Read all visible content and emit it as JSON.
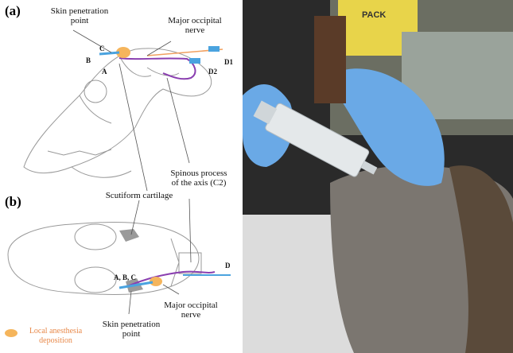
{
  "panel_a": {
    "tag": "(a)",
    "skin_penetration": "Skin penetration\npoint",
    "major_occipital": "Major occipital\nnerve",
    "pt_a": "A",
    "pt_b": "B",
    "pt_c": "C",
    "pt_d1": "D1",
    "pt_d2": "D2"
  },
  "panel_b": {
    "tag": "(b)",
    "scutiform": "Scutiform cartilage",
    "spinous": "Spinous process\nof the axis (C2)",
    "abc": "A, B, C",
    "pt_d": "D",
    "major_occipital": "Major occipital\nnerve",
    "skin_penetration": "Skin penetration\npoint"
  },
  "legend": {
    "text": "Local anesthesia\ndeposition",
    "color": "#f5b55c"
  },
  "photo": {
    "box_label": "PACK"
  },
  "colors": {
    "nerve": "#8a3fb0",
    "anesthesia": "#f5b55c",
    "needle_blue": "#4aa3df",
    "glove": "#5fa8e8"
  }
}
